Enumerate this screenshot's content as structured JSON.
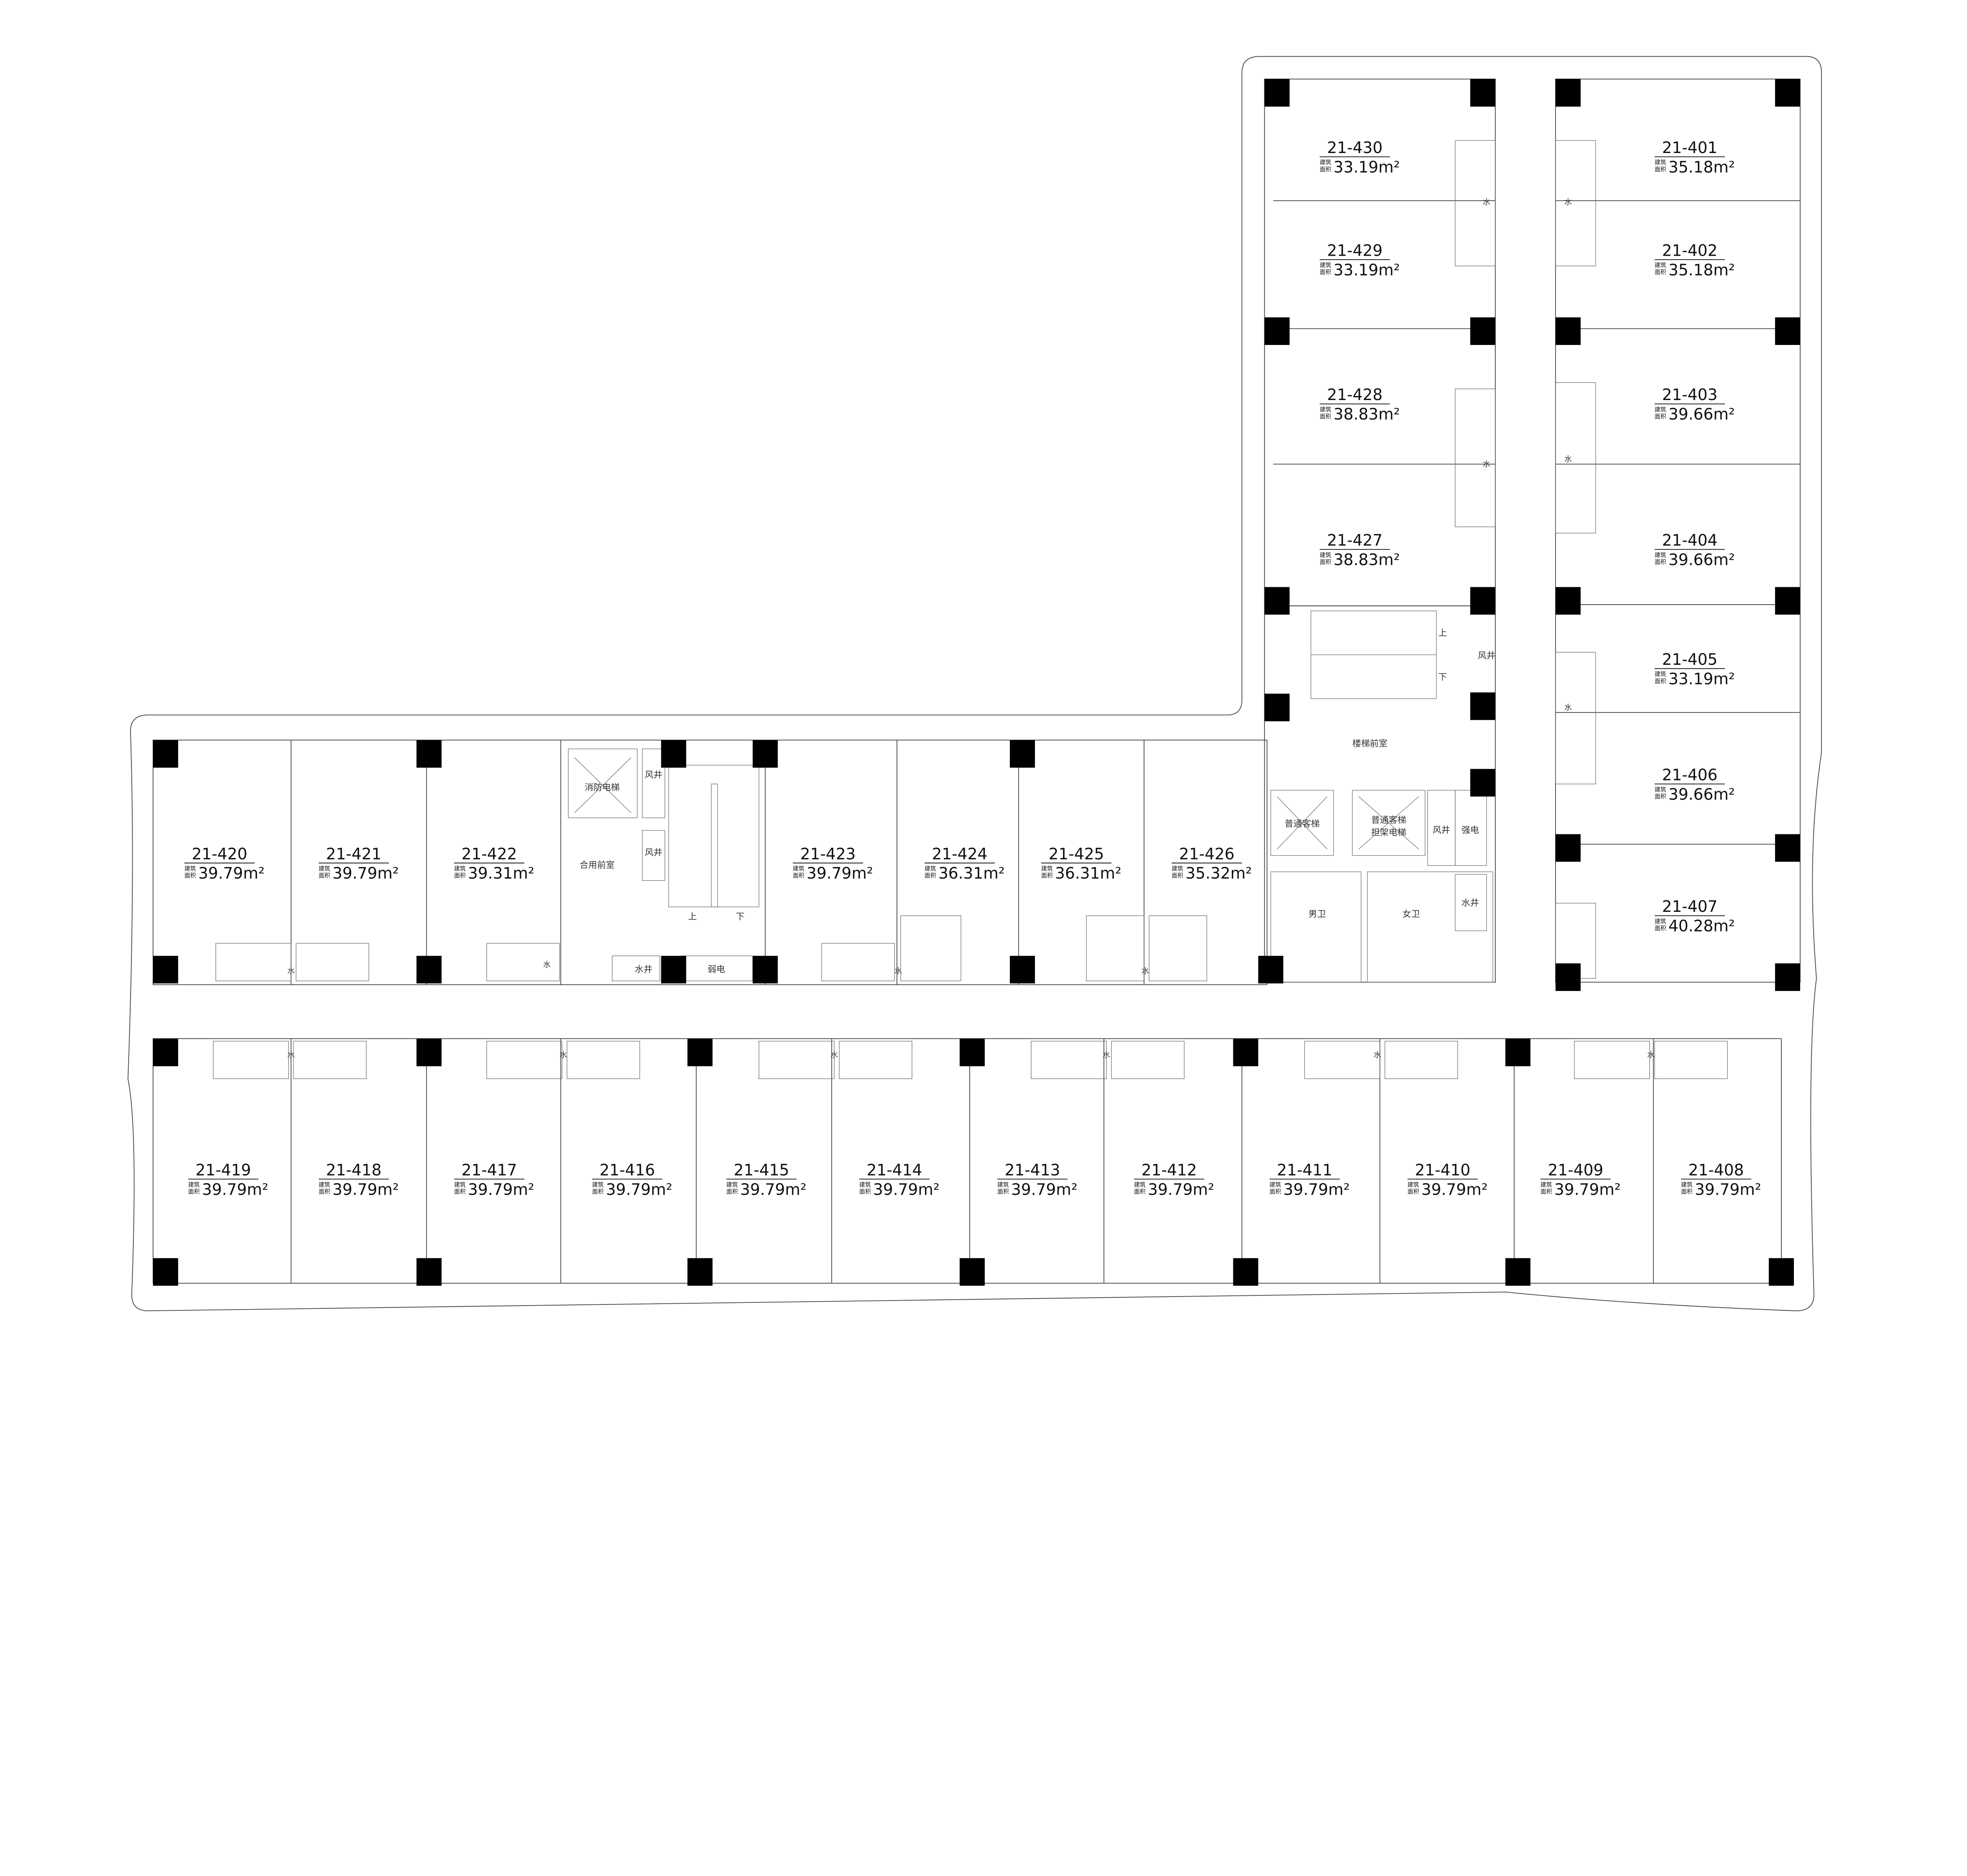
{
  "plan": {
    "area_prefix": [
      "建筑",
      "面积"
    ],
    "area_unit": "m²",
    "rooms": [
      {
        "id": "21-401",
        "area": "35.18"
      },
      {
        "id": "21-402",
        "area": "35.18"
      },
      {
        "id": "21-403",
        "area": "39.66"
      },
      {
        "id": "21-404",
        "area": "39.66"
      },
      {
        "id": "21-405",
        "area": "33.19"
      },
      {
        "id": "21-406",
        "area": "39.66"
      },
      {
        "id": "21-407",
        "area": "40.28"
      },
      {
        "id": "21-408",
        "area": "39.79"
      },
      {
        "id": "21-409",
        "area": "39.79"
      },
      {
        "id": "21-410",
        "area": "39.79"
      },
      {
        "id": "21-411",
        "area": "39.79"
      },
      {
        "id": "21-412",
        "area": "39.79"
      },
      {
        "id": "21-413",
        "area": "39.79"
      },
      {
        "id": "21-414",
        "area": "39.79"
      },
      {
        "id": "21-415",
        "area": "39.79"
      },
      {
        "id": "21-416",
        "area": "39.79"
      },
      {
        "id": "21-417",
        "area": "39.79"
      },
      {
        "id": "21-418",
        "area": "39.79"
      },
      {
        "id": "21-419",
        "area": "39.79"
      },
      {
        "id": "21-420",
        "area": "39.79"
      },
      {
        "id": "21-421",
        "area": "39.79"
      },
      {
        "id": "21-422",
        "area": "39.31"
      },
      {
        "id": "21-423",
        "area": "39.79"
      },
      {
        "id": "21-424",
        "area": "36.31"
      },
      {
        "id": "21-425",
        "area": "36.31"
      },
      {
        "id": "21-426",
        "area": "35.32"
      },
      {
        "id": "21-427",
        "area": "38.83"
      },
      {
        "id": "21-428",
        "area": "38.83"
      },
      {
        "id": "21-429",
        "area": "33.19"
      },
      {
        "id": "21-430",
        "area": "33.19"
      }
    ],
    "facilities": {
      "fire_elevator": "消防电梯",
      "shared_lobby": "合用前室",
      "air_shaft": "风井",
      "water_shaft": "水井",
      "weak_current": "弱电",
      "strong_current": "强电",
      "stair_up": "上",
      "stair_down": "下",
      "stair_lobby": "楼梯前室",
      "passenger_elevator": "普通客梯",
      "passenger_stretcher_elevator": [
        "普通客梯",
        "担架电梯"
      ],
      "mens_wc": "男卫",
      "womens_wc": "女卫",
      "water_mark": "水"
    }
  }
}
